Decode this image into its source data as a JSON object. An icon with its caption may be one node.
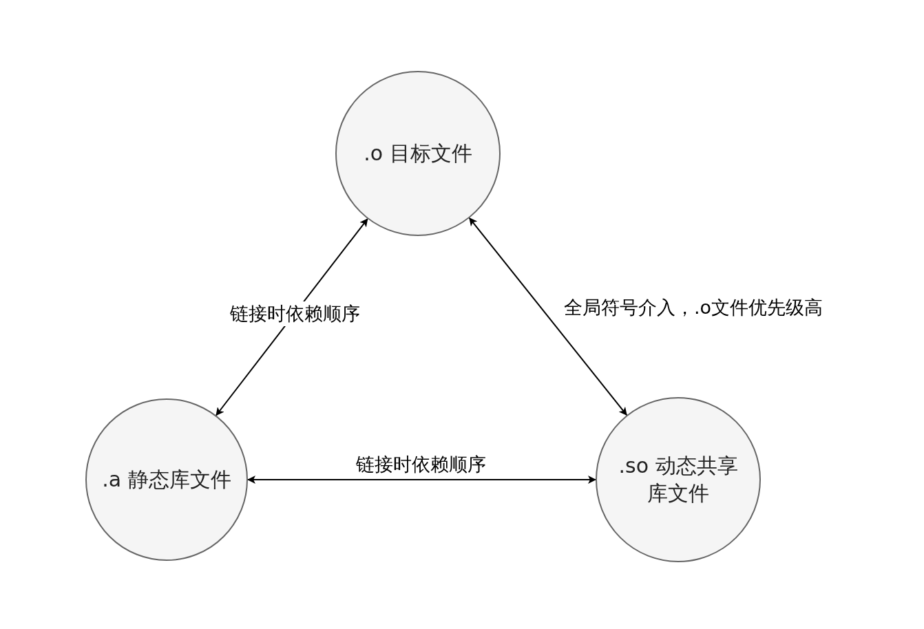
{
  "diagram": {
    "nodes": [
      {
        "text": [
          ".o 目标文件"
        ]
      },
      {
        "text": [
          ".a 静态库文件"
        ]
      },
      {
        "text": [
          ".so 动态共享库文件"
        ]
      }
    ],
    "edges": [
      {
        "from": 0,
        "to": 1,
        "arrow": "both",
        "label": "链接时依赖顺序"
      },
      {
        "from": 0,
        "to": 2,
        "arrow": "both",
        "label": "全局符号介入，.o文件优先级高"
      },
      {
        "from": 1,
        "to": 2,
        "arrow": "both",
        "label": "链接时依赖顺序"
      }
    ]
  }
}
